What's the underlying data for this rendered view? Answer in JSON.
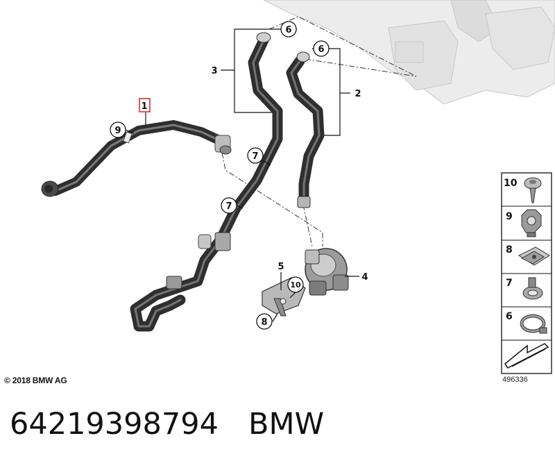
{
  "diagram": {
    "callouts": {
      "c1": "1",
      "c2": "2",
      "c3": "3",
      "c4": "4",
      "c5": "5",
      "c6a": "6",
      "c6b": "6",
      "c7a": "7",
      "c7b": "7",
      "c8": "8",
      "c9": "9",
      "c10": "10"
    },
    "legend": [
      {
        "label": "10",
        "part": "screw"
      },
      {
        "label": "9",
        "part": "holder"
      },
      {
        "label": "8",
        "part": "nut-clip"
      },
      {
        "label": "7",
        "part": "clamp"
      },
      {
        "label": "6",
        "part": "hose-clamp"
      },
      {
        "label": "",
        "part": "arrow"
      }
    ],
    "copyright": "© 2018 BMW AG",
    "catalog_number": "496336"
  },
  "footer": {
    "part_number": "64219398794",
    "brand": "BMW"
  },
  "colors": {
    "hose": "#3c3c3c",
    "hose_highlight": "#6e6e6e",
    "background_part": "#e6e6e6",
    "highlight_box": "#d62020"
  }
}
